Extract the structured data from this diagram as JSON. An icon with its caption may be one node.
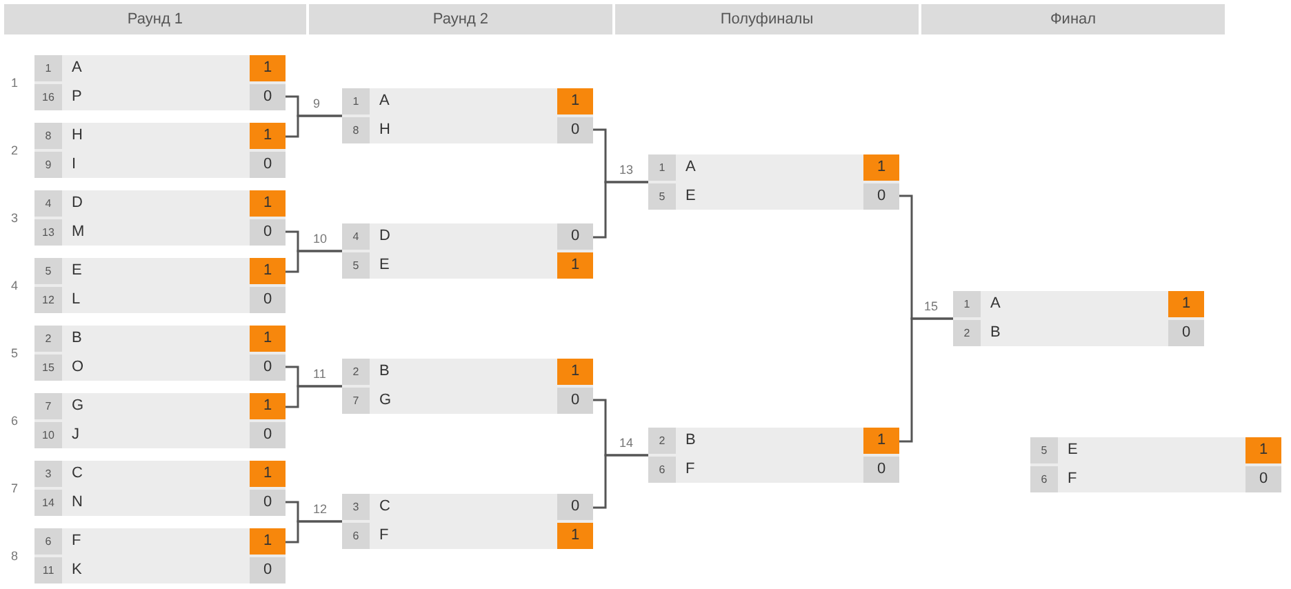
{
  "diagram": {
    "nodes": [
      {
        "text": [
          "Раунд 1"
        ]
      },
      {
        "text": [
          "Раунд 2"
        ]
      },
      {
        "text": [
          "Полуфиналы"
        ]
      },
      {
        "text": [
          "Финал"
        ]
      },
      {
        "text": [
          "1",
          "A",
          "1",
          "16",
          "P",
          "0"
        ],
        "beside": [
          "1"
        ]
      },
      {
        "text": [
          "8",
          "H",
          "1",
          "9",
          "I",
          "0"
        ],
        "beside": [
          "2"
        ]
      },
      {
        "text": [
          "4",
          "D",
          "1",
          "13",
          "M",
          "0"
        ],
        "beside": [
          "3"
        ]
      },
      {
        "text": [
          "5",
          "E",
          "1",
          "12",
          "L",
          "0"
        ],
        "beside": [
          "4"
        ]
      },
      {
        "text": [
          "2",
          "B",
          "1",
          "15",
          "O",
          "0"
        ],
        "beside": [
          "5"
        ]
      },
      {
        "text": [
          "7",
          "G",
          "1",
          "10",
          "J",
          "0"
        ],
        "beside": [
          "6"
        ]
      },
      {
        "text": [
          "3",
          "C",
          "1",
          "14",
          "N",
          "0"
        ],
        "beside": [
          "7"
        ]
      },
      {
        "text": [
          "6",
          "F",
          "1",
          "11",
          "K",
          "0"
        ],
        "beside": [
          "8"
        ]
      },
      {
        "text": [
          "1",
          "A",
          "1",
          "8",
          "H",
          "0"
        ],
        "beside": [
          "9"
        ]
      },
      {
        "text": [
          "4",
          "D",
          "0",
          "5",
          "E",
          "1"
        ],
        "beside": [
          "10"
        ]
      },
      {
        "text": [
          "2",
          "B",
          "1",
          "7",
          "G",
          "0"
        ],
        "beside": [
          "11"
        ]
      },
      {
        "text": [
          "3",
          "C",
          "0",
          "6",
          "F",
          "1"
        ],
        "beside": [
          "12"
        ]
      },
      {
        "text": [
          "1",
          "A",
          "1",
          "5",
          "E",
          "0"
        ],
        "beside": [
          "13"
        ]
      },
      {
        "text": [
          "2",
          "B",
          "1",
          "6",
          "F",
          "0"
        ],
        "beside": [
          "14"
        ]
      },
      {
        "text": [
          "1",
          "A",
          "1",
          "2",
          "B",
          "0"
        ],
        "beside": [
          "15"
        ]
      },
      {
        "text": [
          "5",
          "E",
          "1",
          "6",
          "F",
          "0"
        ]
      }
    ],
    "edges": [
      {
        "from": 4,
        "to": 12,
        "arrow": "none"
      },
      {
        "from": 5,
        "to": 12,
        "arrow": "none"
      },
      {
        "from": 6,
        "to": 13,
        "arrow": "none"
      },
      {
        "from": 7,
        "to": 13,
        "arrow": "none"
      },
      {
        "from": 8,
        "to": 14,
        "arrow": "none"
      },
      {
        "from": 9,
        "to": 14,
        "arrow": "none"
      },
      {
        "from": 10,
        "to": 15,
        "arrow": "none"
      },
      {
        "from": 11,
        "to": 15,
        "arrow": "none"
      },
      {
        "from": 12,
        "to": 16,
        "arrow": "none"
      },
      {
        "from": 13,
        "to": 16,
        "arrow": "none"
      },
      {
        "from": 14,
        "to": 17,
        "arrow": "none"
      },
      {
        "from": 15,
        "to": 17,
        "arrow": "none"
      },
      {
        "from": 16,
        "to": 18,
        "arrow": "none"
      },
      {
        "from": 17,
        "to": 18,
        "arrow": "none"
      }
    ]
  }
}
